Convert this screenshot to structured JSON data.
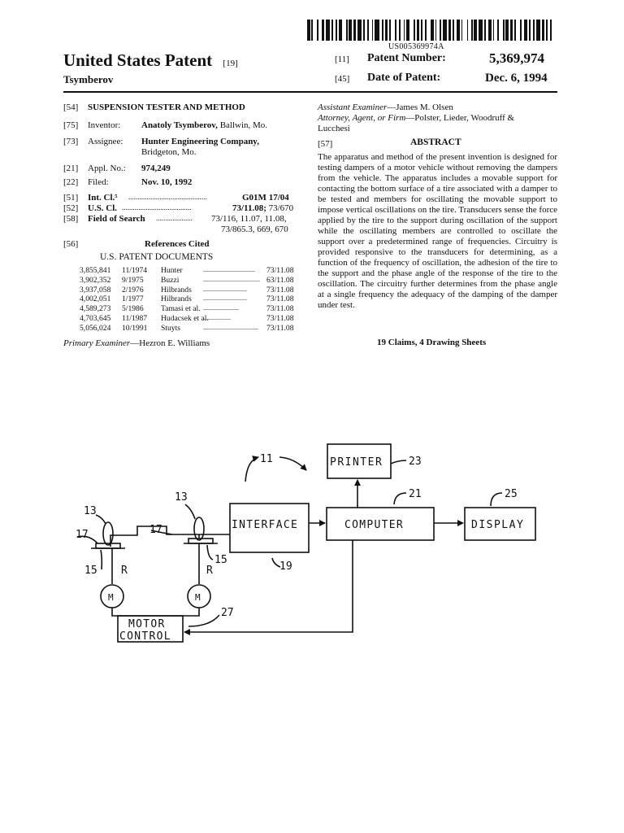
{
  "header": {
    "publication_number": "US005369974A",
    "title": "United States Patent",
    "title_code": "[19]",
    "inventor_surname": "Tsymberov",
    "patent_number_code": "[11]",
    "patent_number_label": "Patent Number:",
    "patent_number": "5,369,974",
    "date_code": "[45]",
    "date_label": "Date of Patent:",
    "date": "Dec. 6, 1994"
  },
  "biblio": {
    "f54": {
      "code": "[54]",
      "value": "SUSPENSION TESTER AND METHOD"
    },
    "f75": {
      "code": "[75]",
      "label": "Inventor:",
      "value_bold": "Anatoly Tsymberov,",
      "value_rest": " Ballwin, Mo."
    },
    "f73": {
      "code": "[73]",
      "label": "Assignee:",
      "value_bold": "Hunter Engineering Company,",
      "value_line2": "Bridgeton, Mo."
    },
    "f21": {
      "code": "[21]",
      "label": "Appl. No.:",
      "value": "974,249"
    },
    "f22": {
      "code": "[22]",
      "label": "Filed:",
      "value": "Nov. 10, 1992"
    },
    "f51": {
      "code": "[51]",
      "label": "Int. Cl.⁵",
      "dots": "...........................................",
      "value": "G01M 17/04"
    },
    "f52": {
      "code": "[52]",
      "label": "U.S. Cl.",
      "dots": "......................................",
      "value_bold": "73/11.08;",
      "value_rest": " 73/670"
    },
    "f58": {
      "code": "[58]",
      "label": "Field of Search",
      "dots": "....................",
      "value_line1": "73/116, 11.07, 11.08,",
      "value_line2": "73/865.3, 669, 670"
    },
    "f56": {
      "code": "[56]",
      "label": "References Cited"
    },
    "us_docs_heading": "U.S. PATENT DOCUMENTS",
    "references": [
      {
        "number": "3,855,841",
        "date": "11/1974",
        "name": "Hunter",
        "dots": "................................",
        "cls": "73/11.08"
      },
      {
        "number": "3,902,352",
        "date": "9/1975",
        "name": "Buzzi",
        "dots": "...................................",
        "cls": "63/11.08"
      },
      {
        "number": "3,937,058",
        "date": "2/1976",
        "name": "Hilbrands",
        "dots": "...........................",
        "cls": "73/11.08"
      },
      {
        "number": "4,002,051",
        "date": "1/1977",
        "name": "Hilbrands",
        "dots": "...........................",
        "cls": "73/11.08"
      },
      {
        "number": "4,589,273",
        "date": "5/1986",
        "name": "Tamasi et al.",
        "dots": "......................",
        "cls": "73/11.08"
      },
      {
        "number": "4,703,645",
        "date": "11/1987",
        "name": "Hudacsek et al.",
        "dots": ".................",
        "cls": "73/11.08"
      },
      {
        "number": "5,056,024",
        "date": "10/1991",
        "name": "Stuyts",
        "dots": "..................................",
        "cls": "73/11.08"
      }
    ],
    "primary_examiner_label": "Primary Examiner",
    "primary_examiner": "—Hezron E. Williams",
    "assistant_examiner_label": "Assistant Examiner",
    "assistant_examiner": "—James M. Olsen",
    "attorney_label": "Attorney, Agent, or Firm",
    "attorney_line1": "—Polster, Lieder, Woodruff &",
    "attorney_line2": "Lucchesi"
  },
  "abstract": {
    "code": "[57]",
    "heading": "ABSTRACT",
    "text": "The apparatus and method of the present invention is designed for testing dampers of a motor vehicle without removing the dampers from the vehicle. The apparatus includes a movable support for contacting the bottom surface of a tire associated with a damper to be tested and members for oscillating the movable support to impose vertical oscillations on the tire. Transducers sense the force applied by the tire to the support during oscillation of the support while the oscillating members are controlled to oscillate the support over a predetermined range of frequencies. Circuitry is provided responsive to the transducers for determining, as a function of the frequency of oscillation, the adhesion of the tire to the support and the phase angle of the response of the tire to the oscillation. The circuitry further determines from the phase angle at a single frequency the adequacy of the damping of the damper under test.",
    "claims": "19 Claims, 4 Drawing Sheets"
  },
  "diagram": {
    "printer": "PRINTER",
    "interface": "INTERFACE",
    "computer": "COMPUTER",
    "display": "DISPLAY",
    "motor_control_line1": "MOTOR",
    "motor_control_line2": "CONTROL",
    "motor": "M",
    "ref_11": "11",
    "ref_13": "13",
    "ref_15": "15",
    "ref_17": "17",
    "ref_19": "19",
    "ref_21": "21",
    "ref_23": "23",
    "ref_25": "25",
    "ref_27": "27",
    "ref_R": "R"
  }
}
